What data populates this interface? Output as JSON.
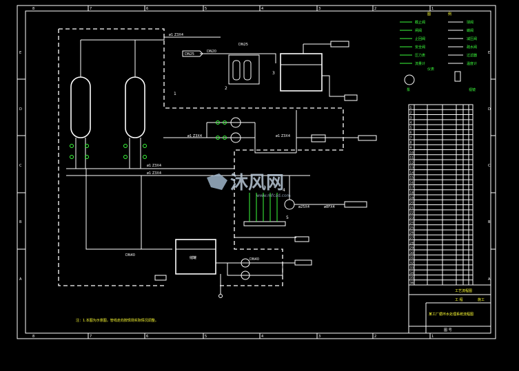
{
  "ruler": {
    "top": [
      "8",
      "7",
      "6",
      "5",
      "4",
      "3",
      "2",
      "1"
    ],
    "bottom": [
      "8",
      "7",
      "6",
      "5",
      "4",
      "3",
      "2",
      "1"
    ],
    "left": [
      "E",
      "D",
      "C",
      "B",
      "A"
    ],
    "right": [
      "E",
      "D",
      "C",
      "B",
      "A"
    ]
  },
  "tags": {
    "top_pipe": "ø1 Z3X4",
    "ret_left": "ø1 Z3X4",
    "ret_right": "ø1 Z3X4",
    "mid_left": "ø1 Z3X4",
    "mid_right": "ø1 Z3X4",
    "bottom_left": "DN40",
    "pump_tag": "ø25X4",
    "flow_tag": "ø8FX4",
    "in_top": "DN20",
    "in_top2": "DN25",
    "feed_tag": "DN25",
    "lower_out": "DN40",
    "tank_label": "储罐"
  },
  "balloons": [
    "1",
    "2",
    "3",
    "4",
    "5"
  ],
  "legend": {
    "header_left": "图",
    "header_right": "例",
    "rows_left": [
      "截止阀",
      "闸阀",
      "止回阀",
      "安全阀",
      "压力表",
      "流量计"
    ],
    "rows_right": [
      "球阀",
      "蝶阀",
      "减压阀",
      "疏水阀",
      "过滤器",
      "温度计"
    ],
    "pump": "泵",
    "meter": "仪表",
    "sight": "视镜"
  },
  "bom_rows": [
    "1",
    "2",
    "3",
    "4",
    "5",
    "6",
    "7",
    "8",
    "9",
    "10",
    "11",
    "12",
    "13",
    "14",
    "15",
    "16",
    "17",
    "18",
    "19",
    "20",
    "21",
    "22",
    "23",
    "24",
    "25",
    "26",
    "27",
    "28",
    "29",
    "30",
    "31",
    "32",
    "33",
    "34",
    "35",
    "36"
  ],
  "title_block": {
    "drawing_title": "工艺流程图",
    "project": "工 程",
    "stage": "施工",
    "main_title": "某工厂循环水处理系统流程图",
    "sheet": "图 号"
  },
  "watermark": {
    "text": "沐风网",
    "url": "www.mfcad.com"
  },
  "note": "注：1.本图为示意图，管线走向按现场实际情况调整。"
}
